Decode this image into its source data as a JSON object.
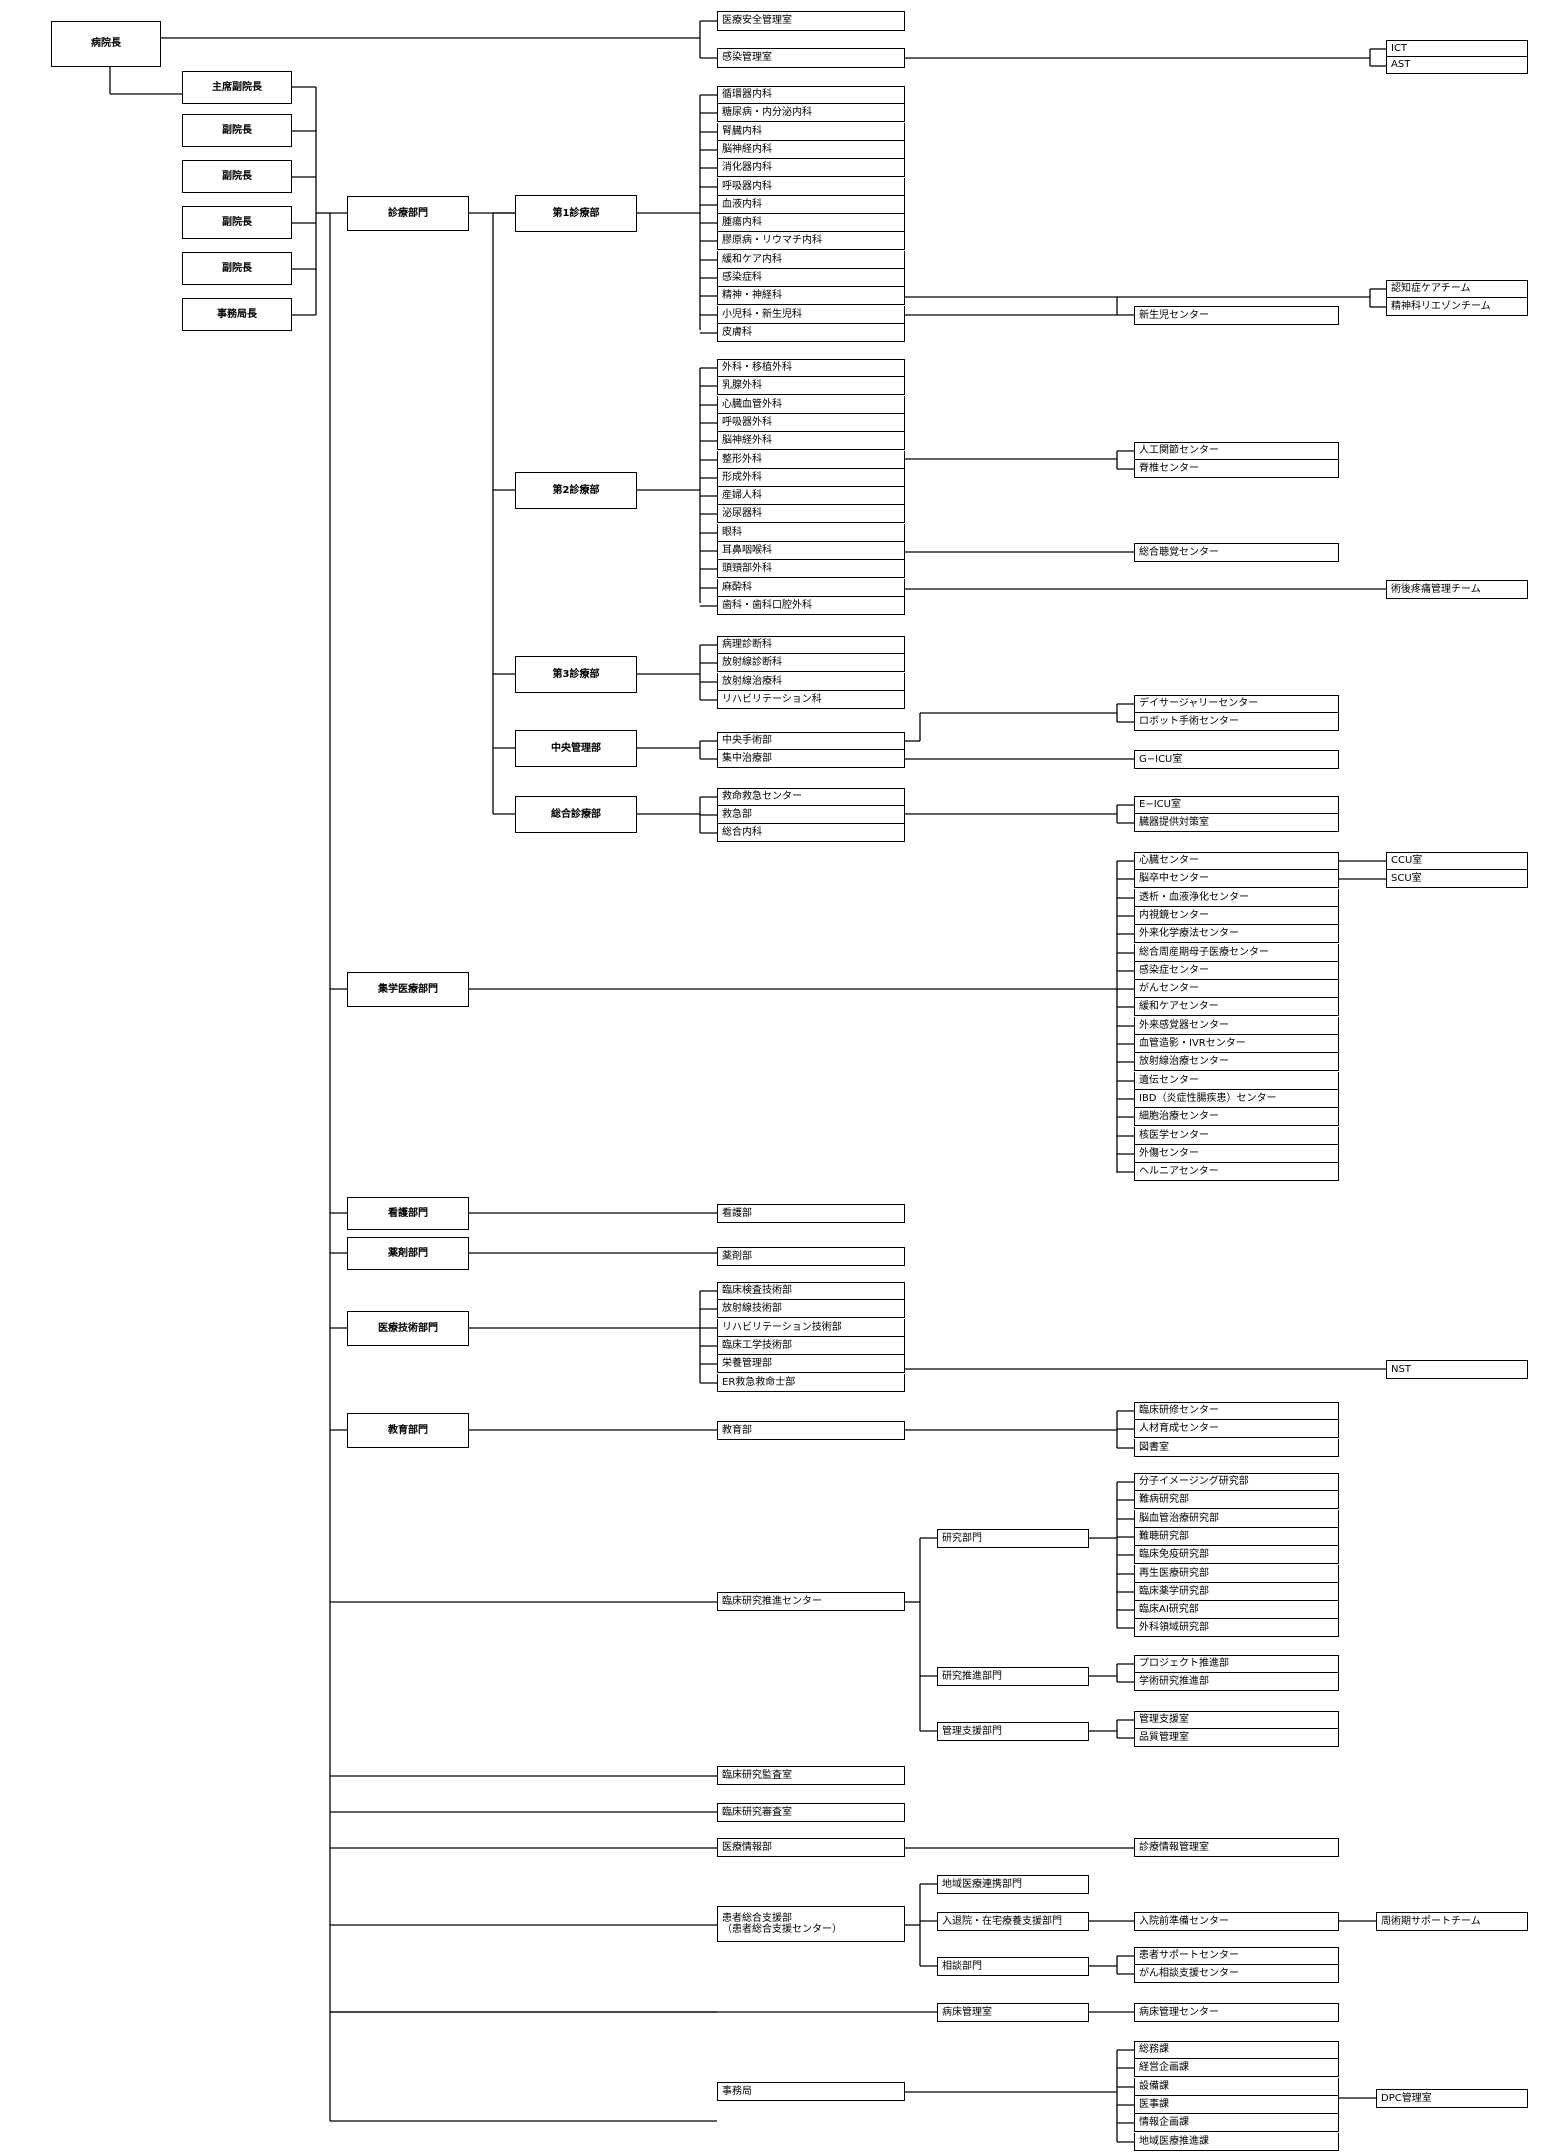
{
  "top": {
    "director": "病院長",
    "safety": "医療安全管理室",
    "infection": "感染管理室",
    "ict": "ICT",
    "ast": "AST"
  },
  "deputies": [
    "主席副院長",
    "副院長",
    "副院長",
    "副院長",
    "副院長",
    "事務局長"
  ],
  "shinryo": {
    "label": "診療部門",
    "dept1": {
      "label": "第1診療部",
      "items": [
        "循環器内科",
        "糖尿病・内分泌内科",
        "腎臓内科",
        "脳神経内科",
        "消化器内科",
        "呼吸器内科",
        "血液内科",
        "腫瘍内科",
        "膠原病・リウマチ内科",
        "緩和ケア内科",
        "感染症科",
        "精神・神経科",
        "小児科・新生児科",
        "皮膚科"
      ],
      "neonatal": "新生児センター",
      "teams": [
        "認知症ケアチーム",
        "精神科リエゾンチーム"
      ]
    },
    "dept2": {
      "label": "第2診療部",
      "items": [
        "外科・移植外科",
        "乳腺外科",
        "心臓血管外科",
        "呼吸器外科",
        "脳神経外科",
        "整形外科",
        "形成外科",
        "産婦人科",
        "泌尿器科",
        "眼科",
        "耳鼻咽喉科",
        "頭頸部外科",
        "麻酔科",
        "歯科・歯科口腔外科"
      ],
      "ortho_centers": [
        "人工関節センター",
        "脊椎センター"
      ],
      "hearing": "総合聴覚センター",
      "pain": "術後疼痛管理チーム"
    },
    "dept3": {
      "label": "第3診療部",
      "items": [
        "病理診断科",
        "放射線診断科",
        "放射線治療科",
        "リハビリテーション科"
      ]
    },
    "central": {
      "label": "中央管理部",
      "items": [
        "中央手術部",
        "集中治療部"
      ],
      "surgery_centers": [
        "デイサージャリーセンター",
        "ロボット手術センター"
      ],
      "gicu": "G−ICU室"
    },
    "general": {
      "label": "総合診療部",
      "items": [
        "救命救急センター",
        "救急部",
        "総合内科"
      ],
      "er_rooms": [
        "E−ICU室",
        "臓器提供対策室"
      ]
    }
  },
  "shugaku": {
    "label": "集学医療部門",
    "centers": [
      "心臓センター",
      "脳卒中センター",
      "透析・血液浄化センター",
      "内視鏡センター",
      "外来化学療法センター",
      "総合周産期母子医療センター",
      "感染症センター",
      "がんセンター",
      "緩和ケアセンター",
      "外来感覚器センター",
      "血管造影・IVRセンター",
      "放射線治療センター",
      "遺伝センター",
      "IBD（炎症性腸疾患）センター",
      "細胞治療センター",
      "核医学センター",
      "外傷センター",
      "ヘルニアセンター"
    ],
    "ccu": "CCU室",
    "scu": "SCU室"
  },
  "kango": {
    "label": "看護部門",
    "child": "看護部"
  },
  "yakuzai": {
    "label": "薬剤部門",
    "child": "薬剤部"
  },
  "gijutsu": {
    "label": "医療技術部門",
    "items": [
      "臨床検査技術部",
      "放射線技術部",
      "リハビリテーション技術部",
      "臨床工学技術部",
      "栄養管理部",
      "ER救急救命士部"
    ],
    "nst": "NST"
  },
  "kyoiku": {
    "label": "教育部門",
    "child": "教育部",
    "items": [
      "臨床研修センター",
      "人材育成センター",
      "図書室"
    ]
  },
  "research": {
    "label": "臨床研究推進センター",
    "research_dept": "研究部門",
    "research_items": [
      "分子イメージング研究部",
      "難病研究部",
      "脳血管治療研究部",
      "難聴研究部",
      "臨床免疫研究部",
      "再生医療研究部",
      "臨床薬学研究部",
      "臨床AI研究部",
      "外科領域研究部"
    ],
    "promo_dept": "研究推進部門",
    "promo_items": [
      "プロジェクト推進部",
      "学術研究推進部"
    ],
    "mgmt_dept": "管理支援部門",
    "mgmt_items": [
      "管理支援室",
      "品質管理室"
    ]
  },
  "audit": "臨床研究監査室",
  "review": "臨床研究審査室",
  "info": {
    "label": "医療情報部",
    "child": "診療情報管理室"
  },
  "patient": {
    "label_line1": "患者総合支援部",
    "label_line2": "（患者総合支援センター）",
    "regional": "地域医療連携部門",
    "admission": "入退院・在宅療養支援部門",
    "pre_admission": "入院前準備センター",
    "periop": "周術期サポートチーム",
    "consult": "相談部門",
    "consult_items": [
      "患者サポートセンター",
      "がん相談支援センター"
    ]
  },
  "bed": {
    "label": "病床管理室",
    "child": "病床管理センター"
  },
  "office": {
    "label": "事務局",
    "items": [
      "総務課",
      "経営企画課",
      "設備課",
      "医事課",
      "情報企画課",
      "地域医療推進課"
    ],
    "dpc": "DPC管理室"
  }
}
